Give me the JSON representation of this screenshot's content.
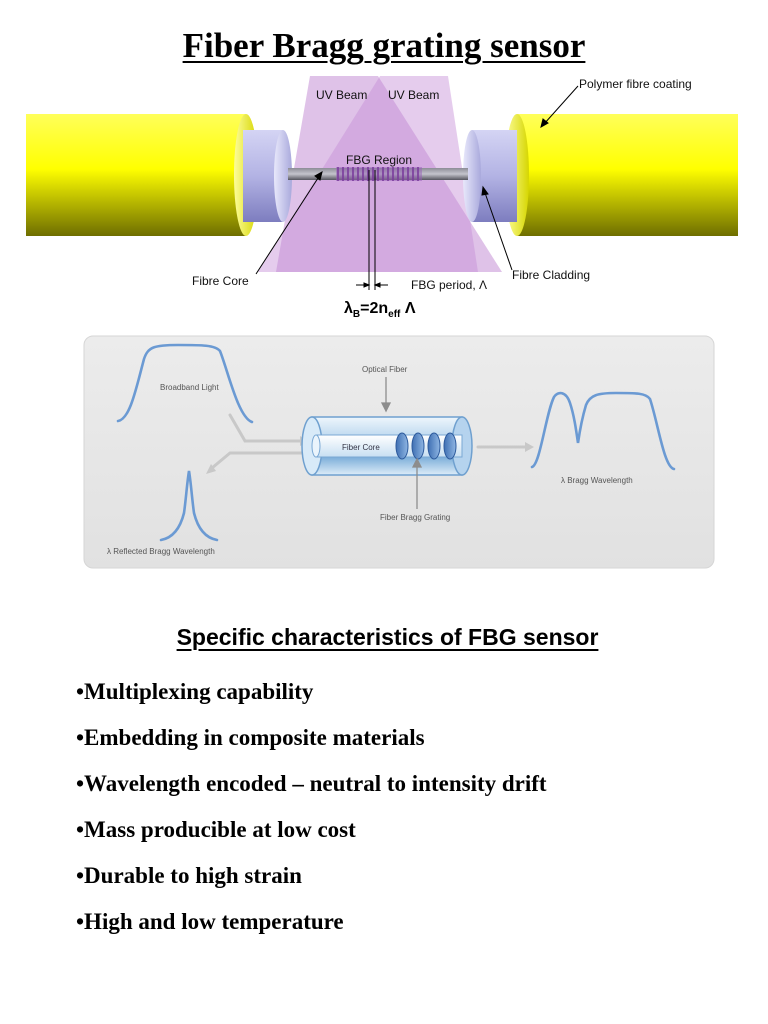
{
  "title": "Fiber Bragg grating sensor",
  "figure1": {
    "uv_beam_left": "UV Beam",
    "uv_beam_right": "UV Beam",
    "fbg_region": "FBG Region",
    "polymer_coating": "Polymer fibre coating",
    "fibre_core": "Fibre Core",
    "fbg_period": "FBG period, Λ",
    "fibre_cladding": "Fibre Cladding",
    "equation": {
      "lambda": "λ",
      "sub_b": "B",
      "eq_2n": "=2n",
      "sub_eff": "eff",
      "big_lambda": " Λ"
    }
  },
  "figure2": {
    "broadband_light": "Broadband Light",
    "optical_fiber": "Optical Fiber",
    "fiber_core": "Fiber Core",
    "fiber_bragg_grating": "Fiber Bragg Grating",
    "bragg_wavelength": "λ Bragg Wavelength",
    "reflected_wavelength": "λ Reflected Bragg Wavelength"
  },
  "section_heading": "Specific characteristics of FBG sensor",
  "features": [
    "•Multiplexing capability",
    "•Embedding in composite materials",
    "•Wavelength encoded – neutral to intensity drift",
    "•Mass producible at low cost",
    "•Durable to high strain",
    "•High and low temperature"
  ],
  "colors": {
    "coating_yellow": "#ffff00",
    "cladding_lavender": "#b7b7e6",
    "uv_beam_purple": "#c58fd6",
    "fbg_diagram_blue": "#6b9ad3"
  }
}
